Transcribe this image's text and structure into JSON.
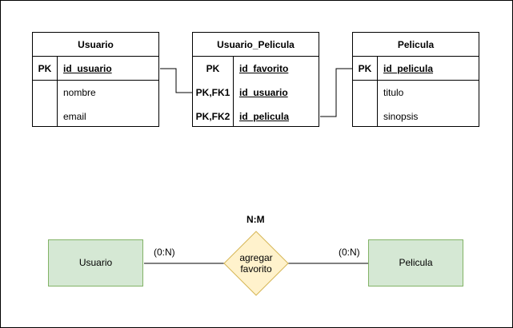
{
  "tables": {
    "usuario": {
      "title": "Usuario",
      "pk_key": "PK",
      "pk_field": "id_usuario",
      "attrs": [
        "nombre",
        "email"
      ]
    },
    "usuario_pelicula": {
      "title": "Usuario_Pelicula",
      "rows": [
        {
          "key": "PK",
          "field": "id_favorito"
        },
        {
          "key": "PK,FK1",
          "field": "id_usuario"
        },
        {
          "key": "PK,FK2",
          "field": "id_pelicula"
        }
      ]
    },
    "pelicula": {
      "title": "Pelicula",
      "pk_key": "PK",
      "pk_field": "id_pelicula",
      "attrs": [
        "titulo",
        "sinopsis"
      ]
    }
  },
  "er": {
    "cardinality": "N:M",
    "left_entity": "Usuario",
    "right_entity": "Pelicula",
    "relationship_line1": "agregar",
    "relationship_line2": "favorito",
    "left_multiplicity": "(0:N)",
    "right_multiplicity": "(0:N)",
    "entity_fill": "#d5e8d4",
    "entity_stroke": "#82b366",
    "relationship_fill": "#fff2cc",
    "relationship_stroke": "#d6b656"
  }
}
